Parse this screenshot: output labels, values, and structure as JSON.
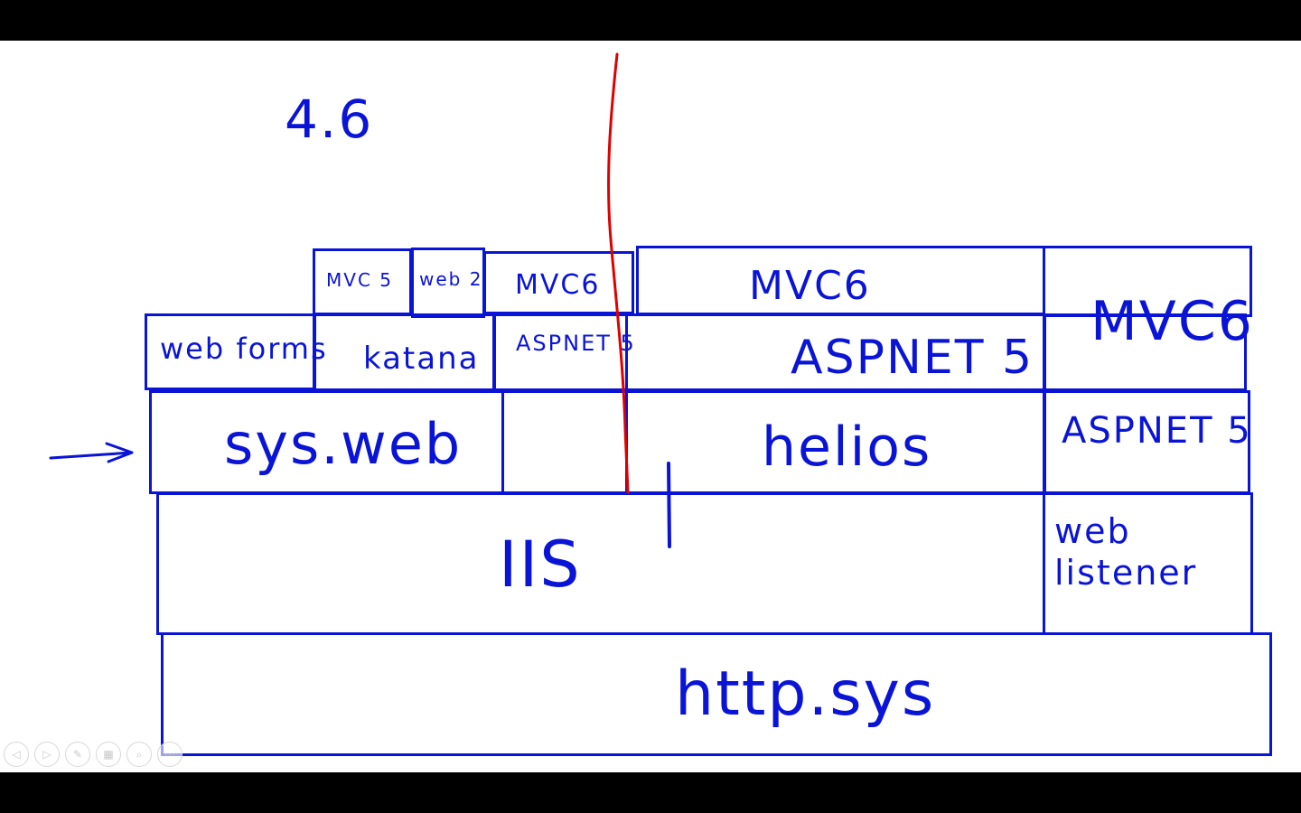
{
  "version_note": "4.6",
  "stack": {
    "row_top": {
      "mvc5": "MVC 5",
      "web2": "web 2",
      "mvc6_left": "MVC6",
      "mvc6_center": "MVC6"
    },
    "row_2": {
      "webforms": "web forms",
      "katana": "katana",
      "aspnet5_left": "ASPNET 5",
      "aspnet5_center": "ASPNET 5",
      "mvc6_right": "MVC6"
    },
    "row_3": {
      "sysweb": "sys.web",
      "helios": "helios",
      "aspnet5_right": "ASPNET 5"
    },
    "row_4": {
      "iis": "IIS",
      "weblistener": "web listener"
    },
    "row_5": {
      "httpsys": "http.sys"
    }
  },
  "controls": {
    "prev": "◁",
    "next": "▷",
    "pen": "✎",
    "slides": "▦",
    "zoom": "⌕",
    "more": "⋯"
  },
  "colors": {
    "ink": "#0a14d6",
    "red_ink": "#e00000",
    "background": "#ffffff",
    "letterbox": "#000000"
  }
}
